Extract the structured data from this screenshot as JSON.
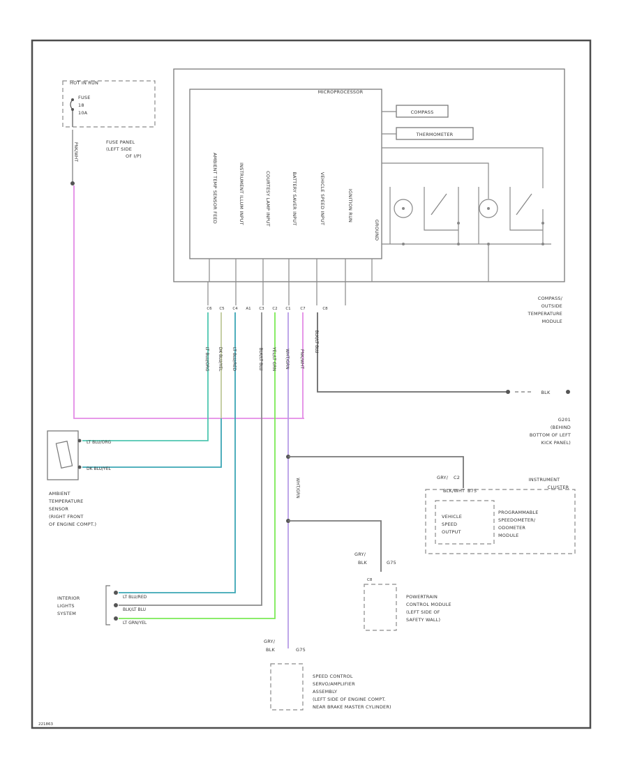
{
  "colors": {
    "frame": "#4d4d4d",
    "pink_wire": "#e48be6",
    "teal_wire": "#4fc6b0",
    "olive_wire": "#bfc99a",
    "cyan_wire": "#3aa6b4",
    "gray_wire": "#8a8a8a",
    "green_wire": "#7bea55",
    "violet_wire": "#b79ce6",
    "black_wire": "#6a6a6a"
  },
  "corner_code": "221863",
  "fuse": {
    "title": "HOT IN RUN",
    "line1": "FUSE",
    "line2": "18",
    "line3": "10A",
    "wire": "PNK/WHT",
    "location": [
      "FUSE PANEL",
      "(LEFT SIDE",
      "OF I/P)"
    ]
  },
  "module": {
    "microprocessor": "MICROPROCESSOR",
    "compass": "COMPASS",
    "thermometer": "THERMOMETER",
    "inputs": [
      "AMBIENT TEMP SENSOR FEED",
      "INSTRUMENT ILLUM INPUT",
      "COURTESY LAMP INPUT",
      "BATTERY SAVER INPUT",
      "VEHICLE SPEED INPUT",
      "IGNITION RUN",
      "GROUND"
    ],
    "name": [
      "COMPASS/",
      "OUTSIDE",
      "TEMPERATURE",
      "MODULE"
    ]
  },
  "pins": [
    "C6",
    "C5",
    "C4",
    "A1",
    "C3",
    "C2",
    "C1",
    "C7"
  ],
  "pin_c7_extra": "C8",
  "wires": [
    "LT BLU/ORG",
    "DK BLU/YEL",
    "LT BLU/RED",
    "BLK/LT BLU",
    "YEL/LT GRN",
    "WHT/GRN",
    "PNK/WHT",
    "BLK/LT BLU"
  ],
  "ground": {
    "wire": "BLK",
    "location": [
      "G201",
      "(BEHIND",
      "BOTTOM OF LEFT",
      "KICK PANEL)"
    ]
  },
  "sensor": {
    "pin1": "LT BLU/ORG",
    "pin2": "DK BLU/YEL",
    "name": [
      "AMBIENT",
      "TEMPERATURE",
      "SENSOR",
      "(RIGHT FRONT",
      "OF ENGINE COMPT.)"
    ]
  },
  "speed_trunk": "WHT/GRN",
  "cluster": {
    "conn": "C2",
    "connector": "GRY/",
    "wire": "BLK/WHT",
    "pin": "B75",
    "name": [
      "INSTRUMENT",
      "CLUSTER"
    ],
    "inner1": [
      "VEHICLE",
      "SPEED",
      "OUTPUT"
    ],
    "inner2": [
      "PROGRAMMABLE",
      "SPEEDOMETER/",
      "ODOMETER",
      "MODULE"
    ]
  },
  "pcm": {
    "connector": "GRY/",
    "wire": "BLK",
    "pin": "G75",
    "conn": "C8",
    "name": [
      "POWERTRAIN",
      "CONTROL MODULE",
      "(LEFT SIDE OF",
      "SAFETY WALL)"
    ]
  },
  "interior": {
    "name": [
      "INTERIOR",
      "LIGHTS",
      "SYSTEM"
    ],
    "wires": [
      "LT BLU/RED",
      "BLK/LT BLU",
      "LT GRN/YEL"
    ]
  },
  "servo": {
    "connector": "GRY/",
    "wire": "BLK",
    "pin": "G75",
    "name": [
      "SPEED CONTROL",
      "SERVO/AMPLIFIER",
      "ASSEMBLY",
      "(LEFT SIDE OF ENGINE COMPT.",
      "NEAR BRAKE MASTER CYLINDER)"
    ]
  }
}
